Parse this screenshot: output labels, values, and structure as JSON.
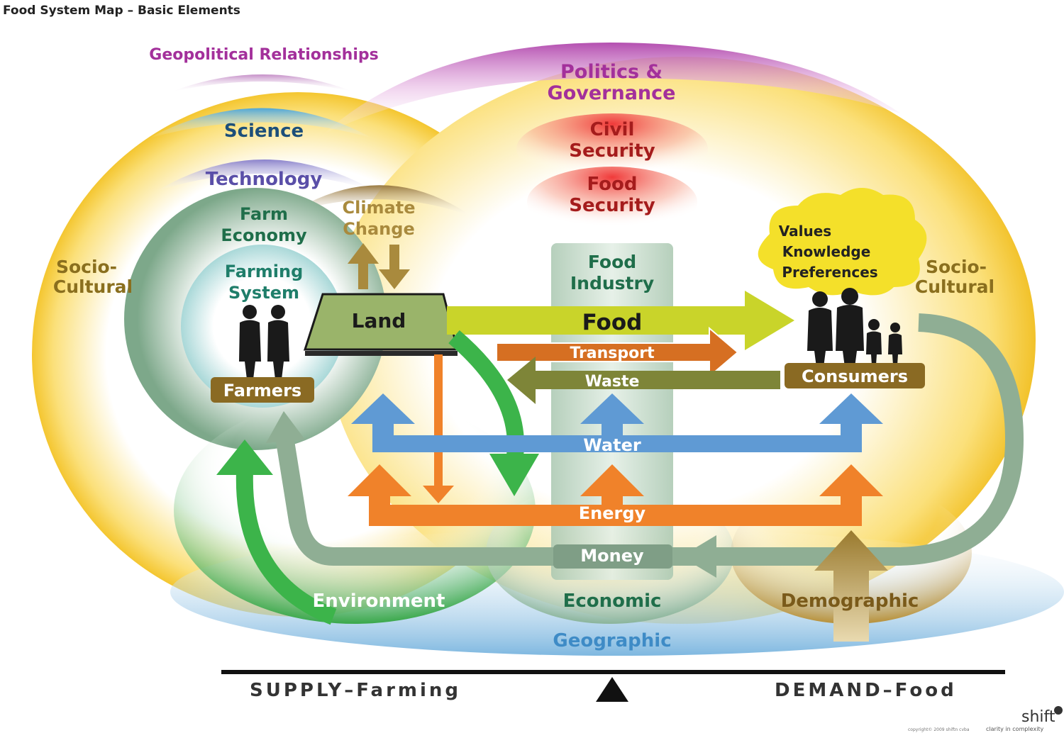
{
  "title": "Food System Map – Basic Elements",
  "labels": {
    "geopolitical": "Geopolitical Relationships",
    "politics_1": "Politics &",
    "politics_2": "Governance",
    "science": "Science",
    "technology": "Technology",
    "civil_1": "Civil",
    "civil_2": "Security",
    "foodsec_1": "Food",
    "foodsec_2": "Security",
    "farm_econ_1": "Farm",
    "farm_econ_2": "Economy",
    "climate_1": "Climate",
    "climate_2": "Change",
    "farming_sys_1": "Farming",
    "farming_sys_2": "System",
    "socio_left_1": "Socio-",
    "socio_left_2": "Cultural",
    "socio_right_1": "Socio-",
    "socio_right_2": "Cultural",
    "food_industry_1": "Food",
    "food_industry_2": "Industry",
    "values_1": "Values",
    "values_2": "Knowledge",
    "values_3": "Preferences",
    "land": "Land",
    "food": "Food",
    "transport": "Transport",
    "waste": "Waste",
    "farmers": "Farmers",
    "consumers": "Consumers",
    "water": "Water",
    "energy": "Energy",
    "money": "Money",
    "environment": "Environment",
    "economic": "Economic",
    "demographic": "Demographic",
    "geographic": "Geographic",
    "supply": "SUPPLY–Farming",
    "demand": "DEMAND–Food",
    "logo": "shift",
    "logo_tag": "clarity in complexity",
    "copyright": "copyright© 2009 shiftn cvba"
  },
  "colors": {
    "purple": "#a3309b",
    "science_blue": "#1d4f7a",
    "tech_indigo": "#5a4fa8",
    "civil_red": "#a51c1c",
    "farm_green": "#1f6e4a",
    "olive_tan": "#8a6f1e",
    "food_lime": "#c8d22a",
    "transport_orange": "#d8701f",
    "waste_olive": "#7d8438",
    "water_blue": "#5f9ad4",
    "energy_orange": "#f0822a",
    "money_sage": "#8fae94",
    "env_green": "#3cb44a",
    "brown_label": "#8a6a23",
    "geographic_blue": "#3e8bc6",
    "land_green": "#9ab46a"
  }
}
